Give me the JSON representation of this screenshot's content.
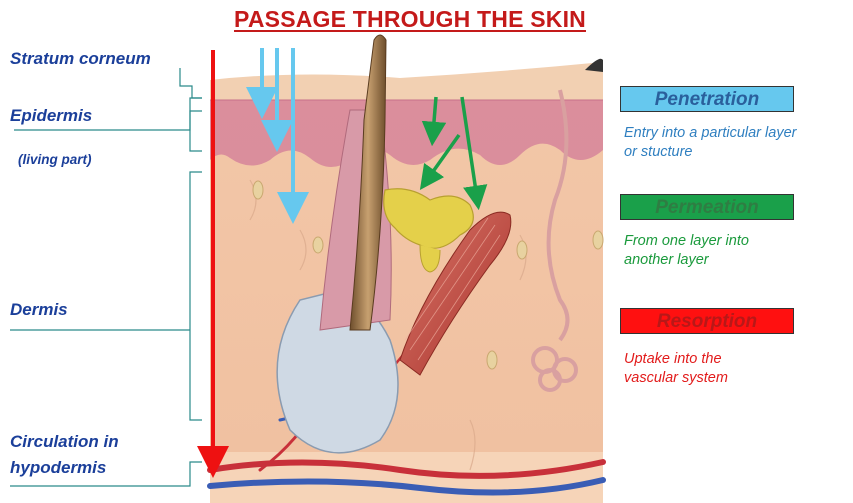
{
  "title": "PASSAGE THROUGH THE SKIN",
  "layers": {
    "stratum_corneum": "Stratum corneum",
    "epidermis": "Epidermis",
    "living_part": "(living part)",
    "dermis": "Dermis",
    "circulation_line1": "Circulation in",
    "circulation_line2": "hypodermis"
  },
  "processes": [
    {
      "name": "Penetration",
      "description_line1": "Entry into a particular layer",
      "description_line2": "or stucture",
      "color": "#66c8ee"
    },
    {
      "name": "Permeation",
      "description_line1": "From one layer into",
      "description_line2": "another layer",
      "color": "#1aa04a"
    },
    {
      "name": "Resorption",
      "description_line1": "Uptake into the",
      "description_line2": "vascular system",
      "color": "#ff1010"
    }
  ],
  "colors": {
    "title": "#c41a1a",
    "labels": "#1b3f9a",
    "bracket": "#2a8a8a",
    "penetration_arrow": "#66c8ee",
    "permeation_arrow": "#1aa04a",
    "resorption_arrow": "#ee1111"
  },
  "icons": [
    "skin-cross-section-illustration",
    "hair-follicle",
    "sebaceous-gland",
    "arrector-pili-muscle",
    "sweat-gland",
    "blood-vessels"
  ]
}
